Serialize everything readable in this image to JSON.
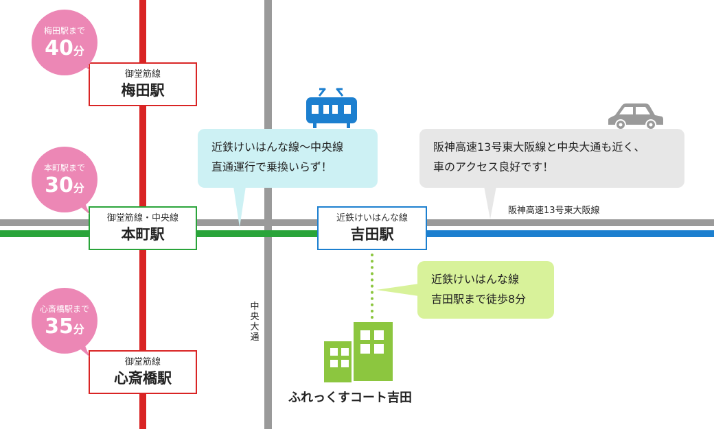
{
  "stations": {
    "umeda": {
      "line": "御堂筋線",
      "name": "梅田駅"
    },
    "honmachi": {
      "line": "御堂筋線・中央線",
      "name": "本町駅"
    },
    "shinsaibashi": {
      "line": "御堂筋線",
      "name": "心斎橋駅"
    },
    "yoshida": {
      "line": "近鉄けいはんな線",
      "name": "吉田駅"
    }
  },
  "travel_times": [
    {
      "to": "梅田駅まで",
      "minutes": "40",
      "unit": "分"
    },
    {
      "to": "本町駅まで",
      "minutes": "30",
      "unit": "分"
    },
    {
      "to": "心斎橋駅まで",
      "minutes": "35",
      "unit": "分"
    }
  ],
  "callouts": {
    "train": [
      "近鉄けいはんな線～中央線",
      "直通運行で乗換いらず！"
    ],
    "car": [
      "阪神高速13号東大阪線と中央大通も近く、",
      "車のアクセス良好です！"
    ],
    "walk": [
      "近鉄けいはんな線",
      "吉田駅まで徒歩8分"
    ]
  },
  "roads": {
    "expressway": "阪神高速13号東大阪線",
    "chuo_odori": "中央大通"
  },
  "destination": "ふれっくすコート吉田",
  "icons": [
    "train-icon",
    "car-icon",
    "building-icon"
  ],
  "colors": {
    "midosuji_line": "#d92424",
    "chuo_line": "#2aa43a",
    "keihanna_line": "#1c7fcf",
    "road": "#9a9a9a",
    "time_bubble": "#ec87b5",
    "train_callout": "#cdf1f4",
    "car_callout": "#e7e7e7",
    "walk_callout": "#d8f29a",
    "building": "#8cc63f"
  }
}
